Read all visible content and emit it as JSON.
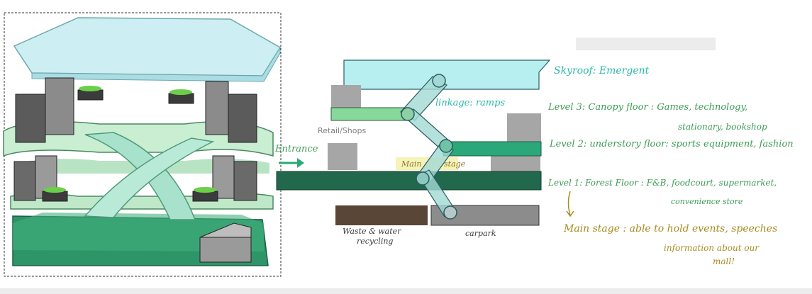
{
  "diagram": {
    "labels": {
      "linkage": "linkage: ramps",
      "retail": "Retail/Shops",
      "entrance": "Entrance",
      "main": "Main",
      "stage": "stage",
      "waste_line1": "Waste & water",
      "waste_line2": "recycling",
      "carpark": "carpark"
    },
    "levels": {
      "skyroof": "Skyroof: Emergent",
      "level3_line1": "Level 3: Canopy floor : Games, technology,",
      "level3_line2": "stationary, bookshop",
      "level2": "Level 2: understory floor: sports equipment, fashion",
      "level1_line1": "Level 1: Forest Floor : F&B, foodcourt, supermarket,",
      "level1_line2": "convenience store"
    },
    "main_stage": {
      "line1": "Main stage : able to hold events, speeches",
      "line2": "information about our",
      "line3": "mall!"
    },
    "colors": {
      "roof_fill": "#b7eef0",
      "level3_fill": "#86d99a",
      "level2_fill": "#2aa879",
      "level1_fill": "#22684d",
      "ramp_fill": "#a3d9d4",
      "block_grey": "#a6a6a6",
      "waste_fill": "#5a4636",
      "carpark_fill": "#8c8c8c",
      "stage_highlight": "#f7f2b8",
      "text_teal": "#2bb9a4",
      "text_green": "#3f9c57",
      "text_gold": "#a78b1f"
    },
    "icons": [
      "entrance-arrow-icon",
      "down-arrow-icon"
    ]
  }
}
